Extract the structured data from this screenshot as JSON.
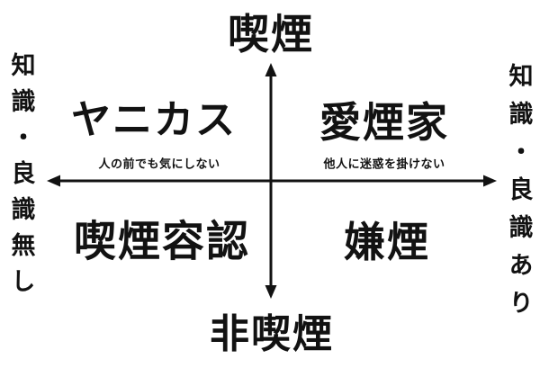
{
  "diagram": {
    "title_context": "smoking-attitude quadrant chart",
    "axes": {
      "top_label": "喫煙",
      "bottom_label": "非喫煙",
      "left_label": "知識・良識無し",
      "right_label": "知識・良識あり"
    },
    "quadrants": {
      "top_left": "ヤニカス",
      "top_right": "愛煙家",
      "bottom_left": "喫煙容認",
      "bottom_right": "嫌煙"
    },
    "annotations": {
      "left_of_center": "人の前でも気にしない",
      "right_of_center": "他人に迷惑を掛けない"
    },
    "colors": {
      "background": "#ffffff",
      "text": "#121212",
      "axis": "#121212"
    }
  }
}
